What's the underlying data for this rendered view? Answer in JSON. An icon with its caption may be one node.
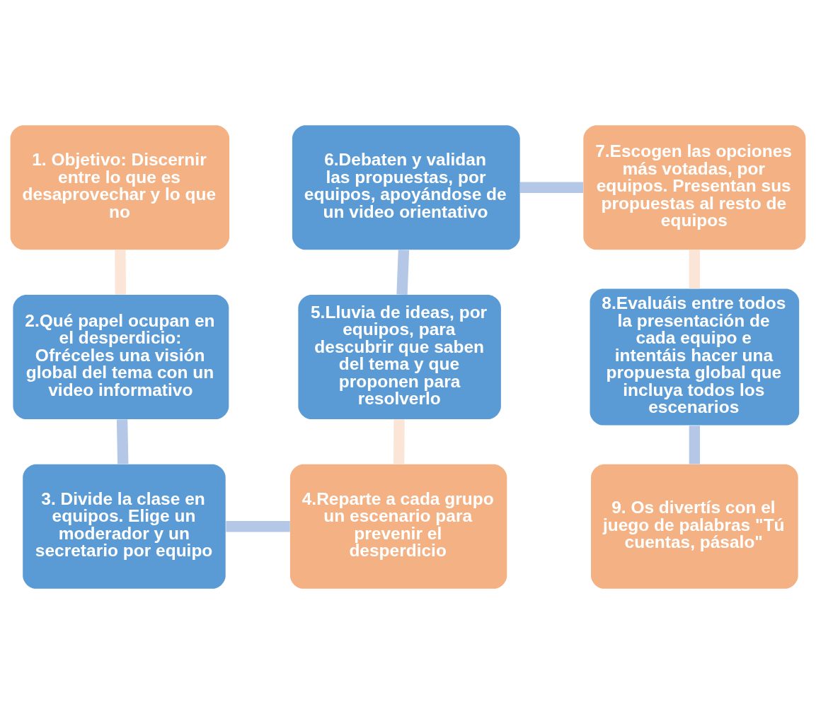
{
  "diagram": {
    "nodes": [
      {
        "text": [
          "1. Objetivo: Discernir entre lo que es desaprovechar y lo que no"
        ]
      },
      {
        "text": [
          "2.Qué papel ocupan en el desperdicio: Ofréceles una visión global del tema con un video informativo"
        ]
      },
      {
        "text": [
          "3. Divide la clase en equipos. Elige un moderador y un secretario por equipo"
        ]
      },
      {
        "text": [
          "4.Reparte a cada grupo un escenario para prevenir el desperdicio"
        ]
      },
      {
        "text": [
          "5.Lluvia de ideas, por equipos, para descubrir que saben del tema y que proponen para resolverlo"
        ]
      },
      {
        "text": [
          "6.Debaten y validan las propuestas, por equipos, apoyándose de un video orientativo"
        ]
      },
      {
        "text": [
          "7.Escogen las opciones más votadas, por equipos. Presentan sus propuestas al resto de equipos"
        ]
      },
      {
        "text": [
          "8.Evaluáis entre todos la presentación de cada equipo e intentáis hacer una propuesta global que incluya todos los escenarios"
        ]
      },
      {
        "text": [
          "9. Os divertís con el juego de palabras \"Tú cuentas, pásalo\""
        ]
      }
    ],
    "edges": [
      {
        "from": 0,
        "to": 1,
        "arrow": "none",
        "color": "#fbe5d6"
      },
      {
        "from": 1,
        "to": 2,
        "arrow": "none"
      },
      {
        "from": 2,
        "to": 3,
        "arrow": "none"
      },
      {
        "from": 3,
        "to": 4,
        "arrow": "none",
        "color": "#fbe5d6"
      },
      {
        "from": 4,
        "to": 5,
        "arrow": "none"
      },
      {
        "from": 5,
        "to": 6,
        "arrow": "none"
      },
      {
        "from": 6,
        "to": 7,
        "arrow": "none",
        "color": "#fbe5d6"
      },
      {
        "from": 7,
        "to": 8,
        "arrow": "none"
      }
    ]
  }
}
